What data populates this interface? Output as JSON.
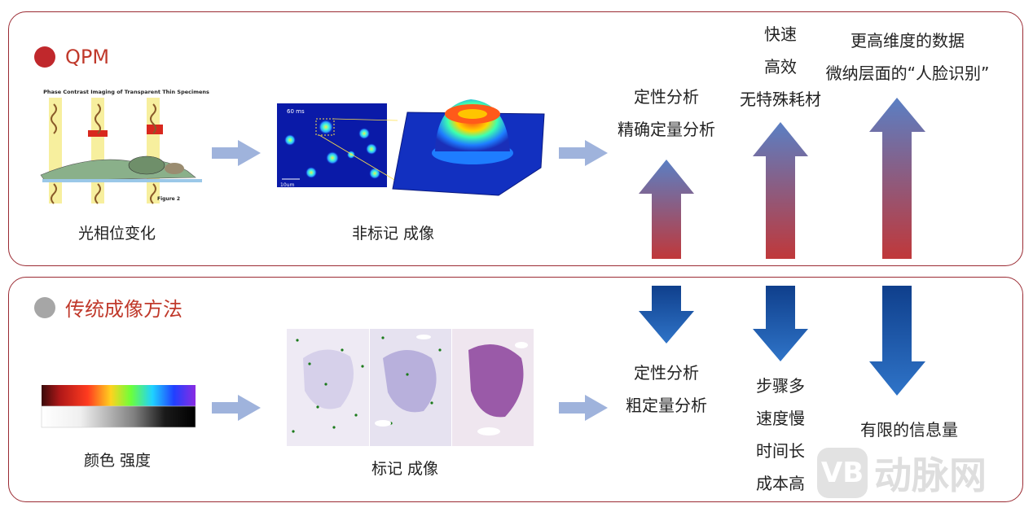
{
  "top": {
    "heading": "QPM",
    "dot_color": "#c0282c",
    "heading_color": "#c0392b",
    "figure_title": "Phase Contrast Imaging of Transparent Thin Specimens",
    "figure_caption": "Figure 2",
    "scale_time": "60 ms",
    "scale_bar": "10um",
    "label_left": "光相位变化",
    "label_mid": "非标记 成像",
    "analysis": [
      "定性分析",
      "精确定量分析"
    ],
    "features": [
      "快速",
      "高效",
      "无特殊耗材"
    ],
    "higher": [
      "更高维度的数据",
      "微纳层面的“人脸识别”"
    ]
  },
  "bottom": {
    "heading": "传统成像方法",
    "dot_color": "#a6a6a6",
    "heading_color": "#c0392b",
    "label_left": "颜色 强度",
    "label_mid": "标记 成像",
    "analysis": [
      "定性分析",
      "粗定量分析"
    ],
    "drawbacks": [
      "步骤多",
      "速度慢",
      "时间长",
      "成本高"
    ],
    "limited": "有限的信息量"
  },
  "watermark": {
    "logo": "VB",
    "text": "动脉网"
  },
  "colors": {
    "flow_arrow": "#9fb3dc",
    "up_top": "#5a7fc4",
    "up_bottom": "#c0383a",
    "down_top": "#0f3f8c",
    "down_bottom": "#2f74c8"
  }
}
